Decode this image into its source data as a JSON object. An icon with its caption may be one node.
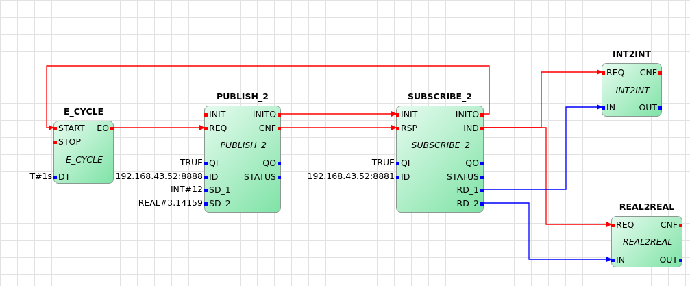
{
  "diagram": {
    "nodes": [
      {
        "text": [
          "E_CYCLE",
          "E_CYCLE"
        ]
      },
      {
        "text": [
          "START"
        ],
        "in": 0
      },
      {
        "text": [
          "STOP"
        ],
        "in": 0
      },
      {
        "text": [
          "EO"
        ],
        "in": 0
      },
      {
        "text": [
          "DT"
        ],
        "in": 0,
        "beside": [
          "T#1s"
        ]
      },
      {
        "text": [
          "PUBLISH_2",
          "PUBLISH_2"
        ]
      },
      {
        "text": [
          "INIT"
        ],
        "in": 5
      },
      {
        "text": [
          "INITO"
        ],
        "in": 5
      },
      {
        "text": [
          "REQ"
        ],
        "in": 5
      },
      {
        "text": [
          "CNF"
        ],
        "in": 5
      },
      {
        "text": [
          "QI"
        ],
        "in": 5,
        "beside": [
          "TRUE"
        ]
      },
      {
        "text": [
          "QO"
        ],
        "in": 5
      },
      {
        "text": [
          "ID"
        ],
        "in": 5,
        "beside": [
          "192.168.43.52:8888"
        ]
      },
      {
        "text": [
          "STATUS"
        ],
        "in": 5
      },
      {
        "text": [
          "SD_1"
        ],
        "in": 5,
        "beside": [
          "INT#12"
        ]
      },
      {
        "text": [
          "SD_2"
        ],
        "in": 5,
        "beside": [
          "REAL#3.14159"
        ]
      },
      {
        "text": [
          "SUBSCRIBE_2",
          "SUBSCRIBE_2"
        ]
      },
      {
        "text": [
          "INIT"
        ],
        "in": 16
      },
      {
        "text": [
          "INITO"
        ],
        "in": 16
      },
      {
        "text": [
          "RSP"
        ],
        "in": 16
      },
      {
        "text": [
          "IND"
        ],
        "in": 16
      },
      {
        "text": [
          "QI"
        ],
        "in": 16,
        "beside": [
          "TRUE"
        ]
      },
      {
        "text": [
          "QO"
        ],
        "in": 16
      },
      {
        "text": [
          "ID"
        ],
        "in": 16,
        "beside": [
          "192.168.43.52:8881"
        ]
      },
      {
        "text": [
          "STATUS"
        ],
        "in": 16
      },
      {
        "text": [
          "RD_1"
        ],
        "in": 16
      },
      {
        "text": [
          "RD_2"
        ],
        "in": 16
      },
      {
        "text": [
          "INT2INT",
          "INT2INT"
        ]
      },
      {
        "text": [
          "REQ"
        ],
        "in": 27
      },
      {
        "text": [
          "CNF"
        ],
        "in": 27
      },
      {
        "text": [
          "IN"
        ],
        "in": 27
      },
      {
        "text": [
          "OUT"
        ],
        "in": 27
      },
      {
        "text": [
          "REAL2REAL",
          "REAL2REAL"
        ]
      },
      {
        "text": [
          "REQ"
        ],
        "in": 32
      },
      {
        "text": [
          "CNF"
        ],
        "in": 32
      },
      {
        "text": [
          "IN"
        ],
        "in": 32
      },
      {
        "text": [
          "OUT"
        ],
        "in": 32
      }
    ],
    "edges": [
      {
        "from": 3,
        "to": 8,
        "arrow": "to"
      },
      {
        "from": 7,
        "to": 17,
        "arrow": "to"
      },
      {
        "from": 9,
        "to": 19,
        "arrow": "to"
      },
      {
        "from": 18,
        "to": 1,
        "arrow": "to"
      },
      {
        "from": 20,
        "to": 28,
        "arrow": "to"
      },
      {
        "from": 20,
        "to": 33,
        "arrow": "to"
      },
      {
        "from": 25,
        "to": 30,
        "arrow": "to",
        "color": "#0000ff"
      },
      {
        "from": 26,
        "to": 35,
        "arrow": "to",
        "color": "#0000ff"
      }
    ]
  }
}
